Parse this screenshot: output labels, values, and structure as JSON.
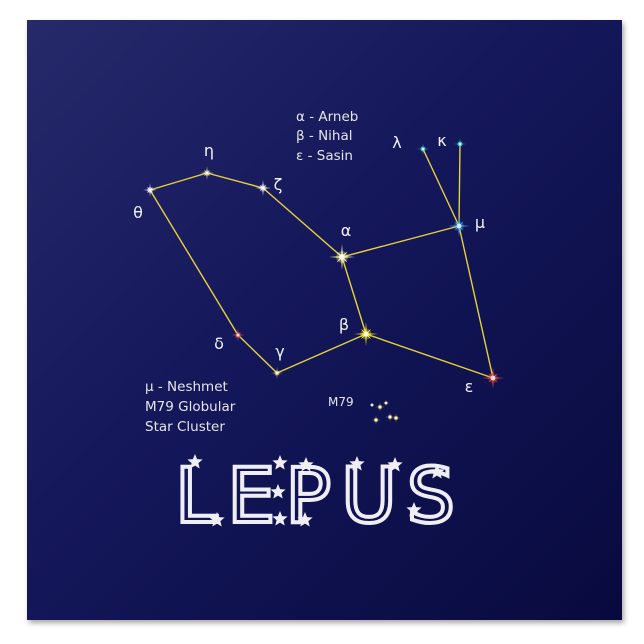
{
  "title": "LEPUS",
  "legend_top": [
    "α - Arneb",
    "β - Nihal",
    "ε - Sasin"
  ],
  "legend_bottom": [
    "μ - Neshmet",
    "M79 Globular",
    "Star Cluster"
  ],
  "cluster_label": "M79",
  "colors": {
    "background": "#14175a",
    "lines": "#e6d23a",
    "text": "#f2f2f2"
  },
  "stars": [
    {
      "id": "theta",
      "label": "θ",
      "color": "#ffffff"
    },
    {
      "id": "eta",
      "label": "η",
      "color": "#f3eca0"
    },
    {
      "id": "zeta",
      "label": "ζ",
      "color": "#ffffff"
    },
    {
      "id": "alpha",
      "label": "α",
      "color": "#f4ea9a"
    },
    {
      "id": "mu",
      "label": "μ",
      "color": "#3fa0e8"
    },
    {
      "id": "lambda",
      "label": "λ",
      "color": "#2fe0e8"
    },
    {
      "id": "kappa",
      "label": "κ",
      "color": "#2fe0e8"
    },
    {
      "id": "beta",
      "label": "β",
      "color": "#f5e51a"
    },
    {
      "id": "delta",
      "label": "δ",
      "color": "#e05050"
    },
    {
      "id": "gamma",
      "label": "γ",
      "color": "#f2e480"
    },
    {
      "id": "epsilon",
      "label": "ε",
      "color": "#e04848"
    }
  ],
  "connections": [
    [
      "theta",
      "eta"
    ],
    [
      "eta",
      "zeta"
    ],
    [
      "zeta",
      "alpha"
    ],
    [
      "alpha",
      "mu"
    ],
    [
      "mu",
      "lambda"
    ],
    [
      "mu",
      "kappa"
    ],
    [
      "alpha",
      "beta"
    ],
    [
      "mu",
      "epsilon"
    ],
    [
      "beta",
      "epsilon"
    ],
    [
      "beta",
      "gamma"
    ],
    [
      "gamma",
      "delta"
    ],
    [
      "delta",
      "theta"
    ]
  ]
}
